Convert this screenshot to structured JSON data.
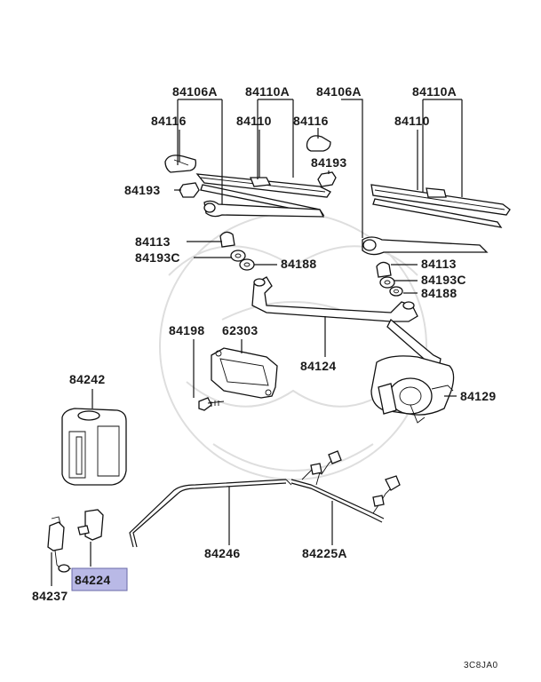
{
  "diagram": {
    "code": "3C8JA0",
    "highlight_color": "#b9b9e6",
    "labels": {
      "p84106A_left": "84106A",
      "p84110A_left": "84110A",
      "p84106A_right": "84106A",
      "p84110A_right": "84110A",
      "p84116_left": "84116",
      "p84110_left": "84110",
      "p84116_right": "84116",
      "p84110_right": "84110",
      "p84193_top": "84193",
      "p84193_left": "84193",
      "p84113_left": "84113",
      "p84193C_left": "84193C",
      "p84188_left": "84188",
      "p84113_right": "84113",
      "p84193C_right": "84193C",
      "p84188_right": "84188",
      "p84198": "84198",
      "p62303": "62303",
      "p84124": "84124",
      "p84129": "84129",
      "p84242": "84242",
      "p84246": "84246",
      "p84225A": "84225A",
      "p84224": "84224",
      "p84237": "84237"
    }
  }
}
